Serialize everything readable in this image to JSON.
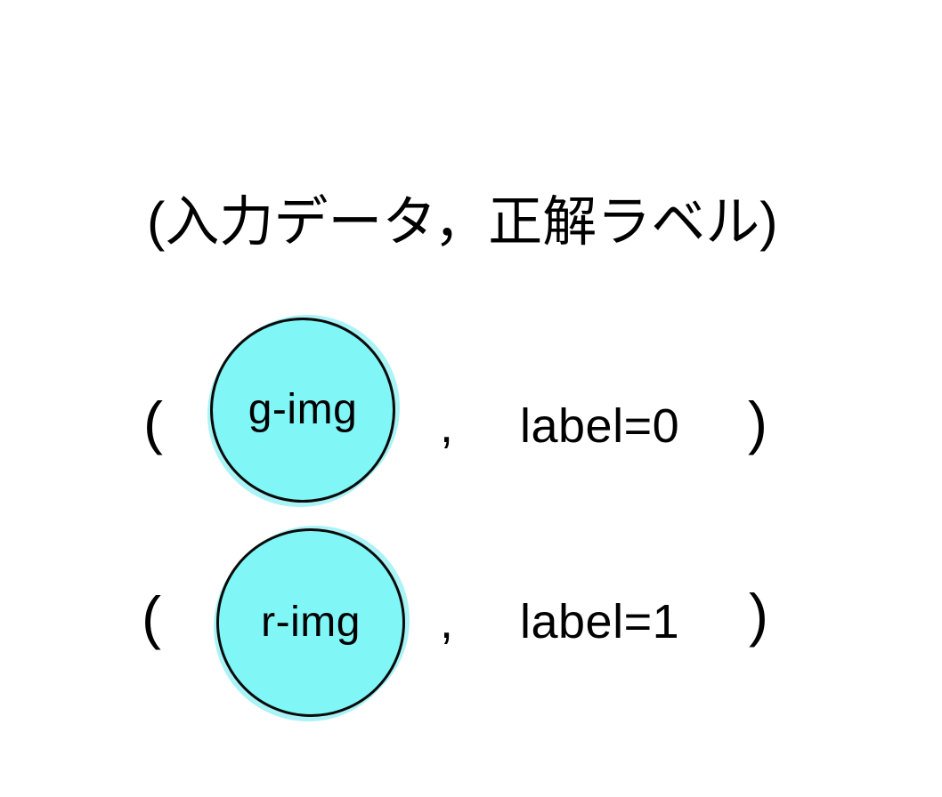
{
  "title": "(入力データ，正解ラベル)",
  "colors": {
    "background": "#FFFFFF",
    "text": "#000000",
    "circle_fill": "#80F6F7",
    "circle_stroke": "#0A0A0A",
    "circle_halo": "#AAF3F6"
  },
  "pairs": [
    {
      "open_paren": "(",
      "image_label": "g-img",
      "comma": ",",
      "label_text": "label=0",
      "close_paren": ")"
    },
    {
      "open_paren": "(",
      "image_label": "r-img",
      "comma": ",",
      "label_text": "label=1",
      "close_paren": ")"
    }
  ]
}
